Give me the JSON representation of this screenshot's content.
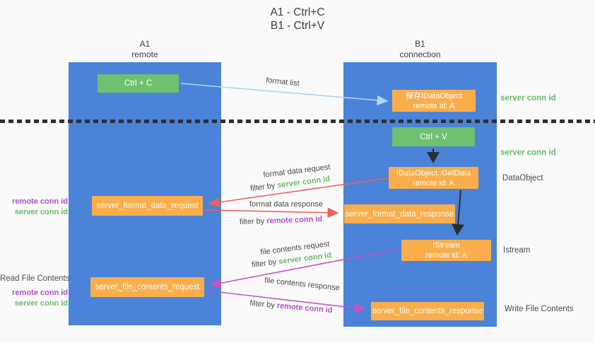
{
  "title": {
    "line1": "A1 - Ctrl+C",
    "line2": "B1 - Ctrl+V"
  },
  "lanes": {
    "left": {
      "name": "A1",
      "role": "remote"
    },
    "right": {
      "name": "B1",
      "role": "connection"
    }
  },
  "boxes": {
    "ctrl_c": {
      "label": "Ctrl + C"
    },
    "ctrl_v": {
      "label": "Ctrl + V"
    },
    "save_idataobject": {
      "line1": "保存IDataObject",
      "line2": "remote id: A"
    },
    "getdata": {
      "line1": "IDataObject::GetData",
      "line2": "remote id: A"
    },
    "istream": {
      "line1": "IStream",
      "line2": "remote id: A"
    },
    "format_request": {
      "label": "server_format_data_request"
    },
    "format_response": {
      "label": "server_format_data_response"
    },
    "file_request": {
      "label": "server_file_contents_request"
    },
    "file_response": {
      "label": "server_file_contents_response"
    }
  },
  "flow_labels": {
    "format_list": "format list",
    "format_data_request": "format data request",
    "format_data_response": "format data response",
    "file_contents_request": "file contents request",
    "file_contents_response": "file contents response",
    "filter_by": "filter by",
    "server_conn_id": "server conn id",
    "remote_conn_id": "remote conn id"
  },
  "side_labels": {
    "left_mid_remote": "remote conn id",
    "left_mid_server": "server conn id",
    "read_file_contents": "Read File Contents",
    "left_bottom_remote": "remote conn id",
    "left_bottom_server": "server conn id",
    "right_top_server": "server conn id",
    "right_mid_server": "server conn id",
    "dataobject": "DataObject",
    "istream": "Istream",
    "write_file_contents": "Write File Contents"
  },
  "colors": {
    "background": "#fafafa",
    "lane_blue": "#4a83d8",
    "box_orange": "#f9ae4b",
    "box_green": "#6fc06f",
    "green_text": "#67bd67",
    "purple_text": "#b04fc8",
    "arrow_blue": "#aed4f2",
    "arrow_red": "#f0615c",
    "arrow_magenta": "#c653c6",
    "arrow_black": "#2d2d2d",
    "label_text": "#4b4b4b",
    "divider": "#2f2f2f"
  }
}
